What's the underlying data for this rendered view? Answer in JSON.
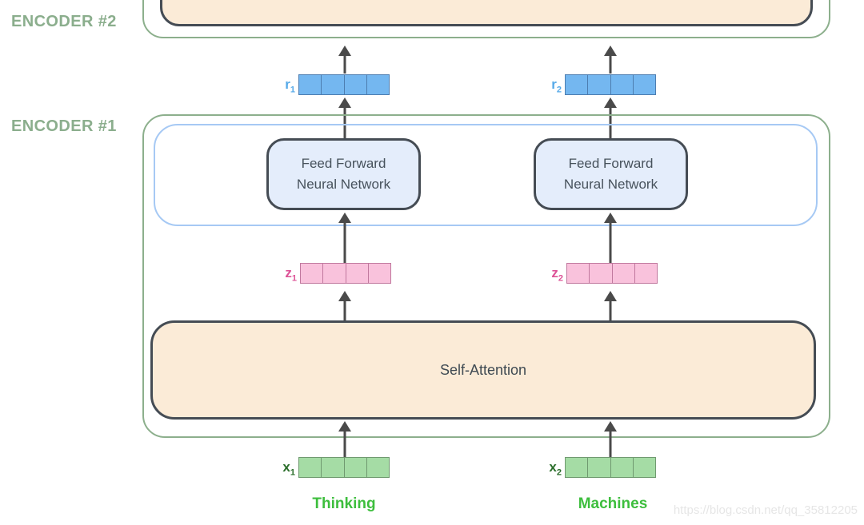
{
  "diagram": {
    "title_context": "Transformer encoder stack diagram",
    "encoder_labels": {
      "encoder2": "ENCODER #2",
      "encoder1": "ENCODER #1"
    },
    "blocks": {
      "ffnn1": {
        "line1": "Feed Forward",
        "line2": "Neural Network"
      },
      "ffnn2": {
        "line1": "Feed Forward",
        "line2": "Neural Network"
      },
      "self_attention": "Self-Attention"
    },
    "vectors": {
      "r1": {
        "base": "r",
        "sub": "1",
        "cells": 4,
        "fill": "#74B7F0"
      },
      "r2": {
        "base": "r",
        "sub": "2",
        "cells": 4,
        "fill": "#74B7F0"
      },
      "z1": {
        "base": "z",
        "sub": "1",
        "cells": 4,
        "fill": "#F9C2DC"
      },
      "z2": {
        "base": "z",
        "sub": "2",
        "cells": 4,
        "fill": "#F9C2DC"
      },
      "x1": {
        "base": "x",
        "sub": "1",
        "cells": 4,
        "fill": "#A5DCA5"
      },
      "x2": {
        "base": "x",
        "sub": "2",
        "cells": 4,
        "fill": "#A5DCA5"
      }
    },
    "words": {
      "token1": "Thinking",
      "token2": "Machines"
    },
    "watermark": "https://blog.csdn.net/qq_35812205",
    "colors": {
      "encoder_border": "#8CAF8C",
      "encoder_label": "#8BAE8D",
      "block_border": "#454C54",
      "block_text": "#47525C",
      "ffnn_fill": "#E4EDFB",
      "attention_fill": "#FBEBD7",
      "inner_box_border": "#A6C9F4",
      "arrow": "#4A4A4A",
      "r_label": "#55A9E8",
      "z_label": "#DD5397",
      "x_label": "#2B6E2B",
      "word_label": "#3DBE3D",
      "watermark": "#E6E6E6"
    }
  }
}
